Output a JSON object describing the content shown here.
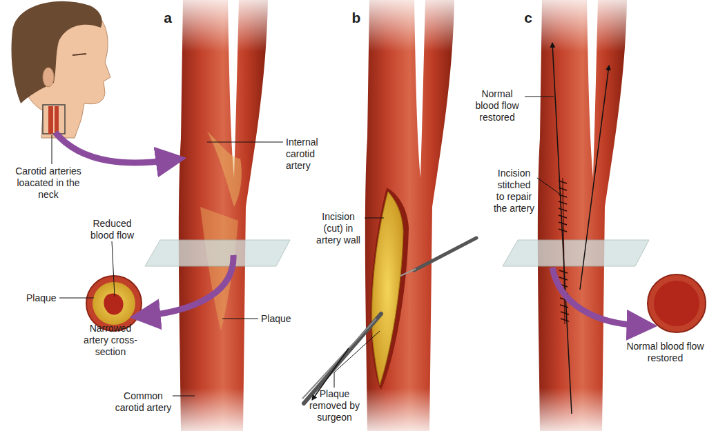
{
  "diagram": {
    "labels": [
      "a",
      "b",
      "c",
      "Carotid arteries loacated in the neck",
      "Internal carotid artery",
      "Reduced blood flow",
      "Plaque",
      "Plaque",
      "Narrowed artery cross-section",
      "Common carotid artery",
      "Incision (cut) in artery wall",
      "Plaque removed by surgeon",
      "Normal blood flow restored",
      "Incision stitched to repair the artery",
      "Normal blood flow restored"
    ]
  }
}
